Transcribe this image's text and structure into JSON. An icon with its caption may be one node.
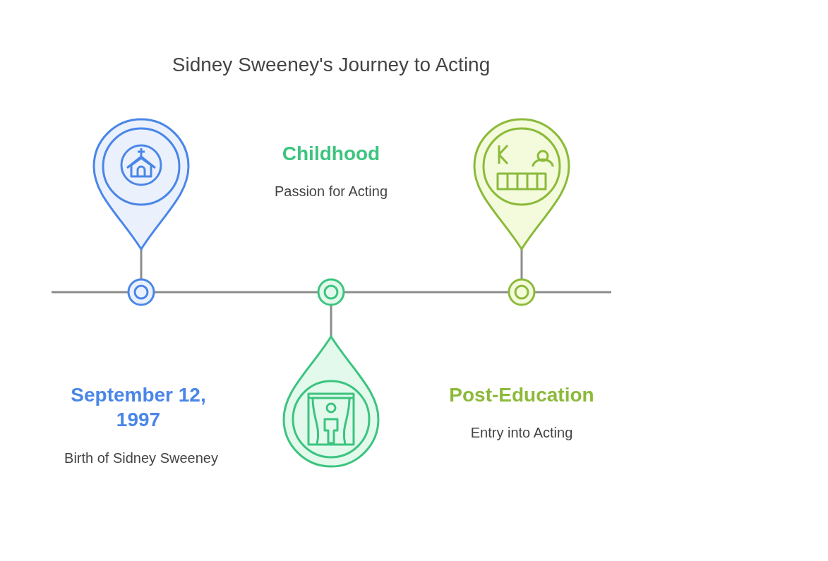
{
  "diagram": {
    "title": "Sidney Sweeney's Journey to Acting",
    "nodes": [
      {
        "text": [],
        "shape": "pin"
      },
      {
        "text": [],
        "shape": "pin"
      },
      {
        "text": [],
        "shape": "circle"
      },
      {
        "text": [],
        "shape": "circle"
      },
      {
        "text": [],
        "shape": "circle"
      },
      {
        "text": [],
        "shape": "pin"
      }
    ],
    "edges": [
      {
        "from": 0,
        "to": 2,
        "arrow": "none"
      },
      {
        "from": 1,
        "to": 4,
        "arrow": "none"
      },
      {
        "from": 3,
        "to": 5,
        "arrow": "none"
      }
    ],
    "labels": [
      "Childhood",
      "Passion for Acting",
      "September 12, 1997",
      "Birth of Sidney Sweeney",
      "Post-Education",
      "Entry into Acting"
    ]
  }
}
